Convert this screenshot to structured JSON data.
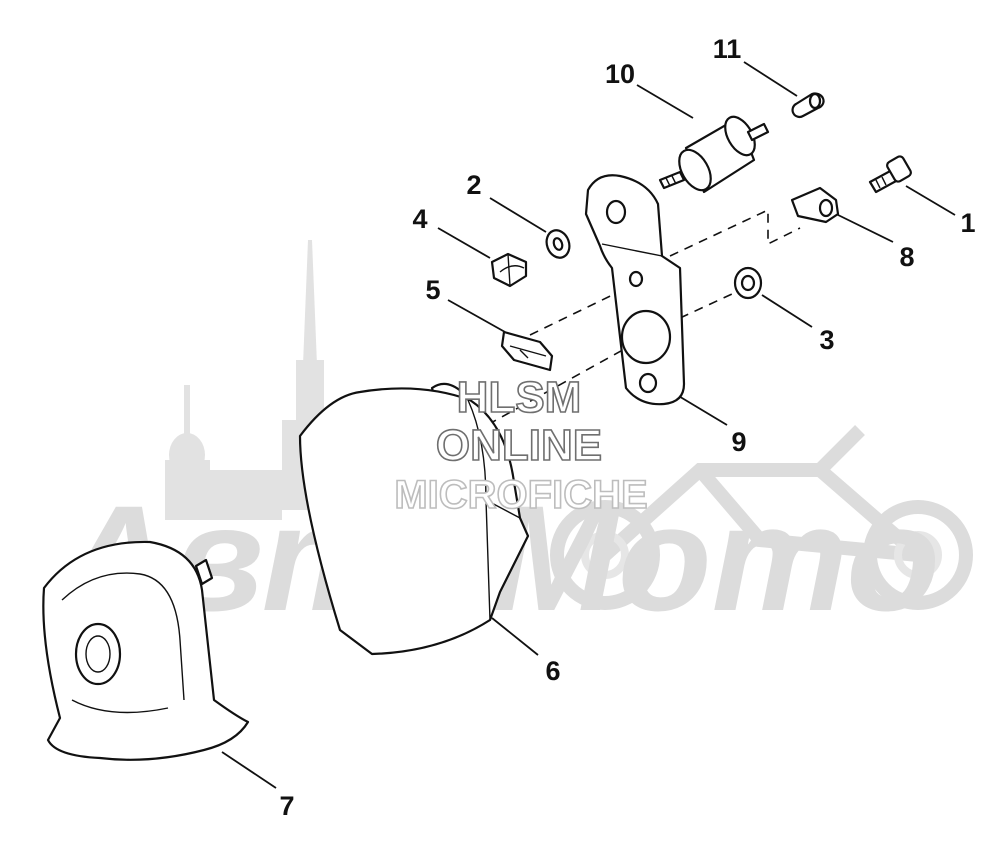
{
  "callouts": {
    "c1": "1",
    "c2": "2",
    "c3": "3",
    "c4": "4",
    "c5": "5",
    "c6": "6",
    "c7": "7",
    "c8": "8",
    "c9": "9",
    "c10": "10",
    "c11": "11"
  },
  "watermark": {
    "line1": "HLSM",
    "line2": "ONLINE",
    "line3": "MICROFICHE",
    "brand": "АвтоМото"
  },
  "colors": {
    "line": "#111111",
    "watermark_gray": "#dcdcdc",
    "background": "#ffffff"
  }
}
